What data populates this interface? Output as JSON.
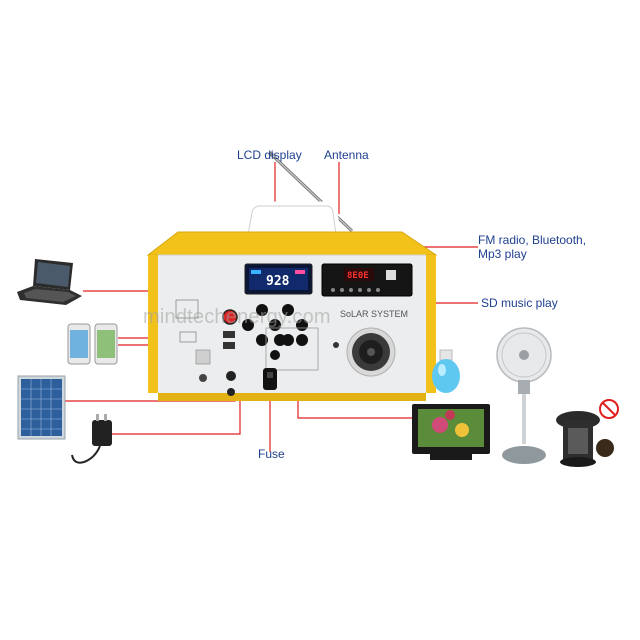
{
  "callouts": {
    "lcd_display": "LCD display",
    "antenna": "Antenna",
    "fm_radio_line1": "FM radio, Bluetooth,",
    "fm_radio_line2": "Mp3 play",
    "sd_music": "SD music play",
    "fuse": "Fuse"
  },
  "device": {
    "panel_title": "SoLAR SYSTEM",
    "lcd_reading": "928",
    "mp3_reading": "8E0E"
  },
  "watermark": "mindtechenergy.com",
  "colors": {
    "callout_text": "#1f3f8f",
    "leader_line": "#e02020",
    "case_yellow": "#f2c21b",
    "panel_gray": "#ecedee"
  },
  "icons": {
    "laptop": "laptop-icon",
    "phones": "smartphones-icon",
    "solar_panel": "solar-panel-icon",
    "charger": "wall-charger-icon",
    "bulb": "led-bulb-icon",
    "fan": "stand-fan-icon",
    "tv": "television-icon",
    "mosquito_killer": "mosquito-killer-icon"
  }
}
